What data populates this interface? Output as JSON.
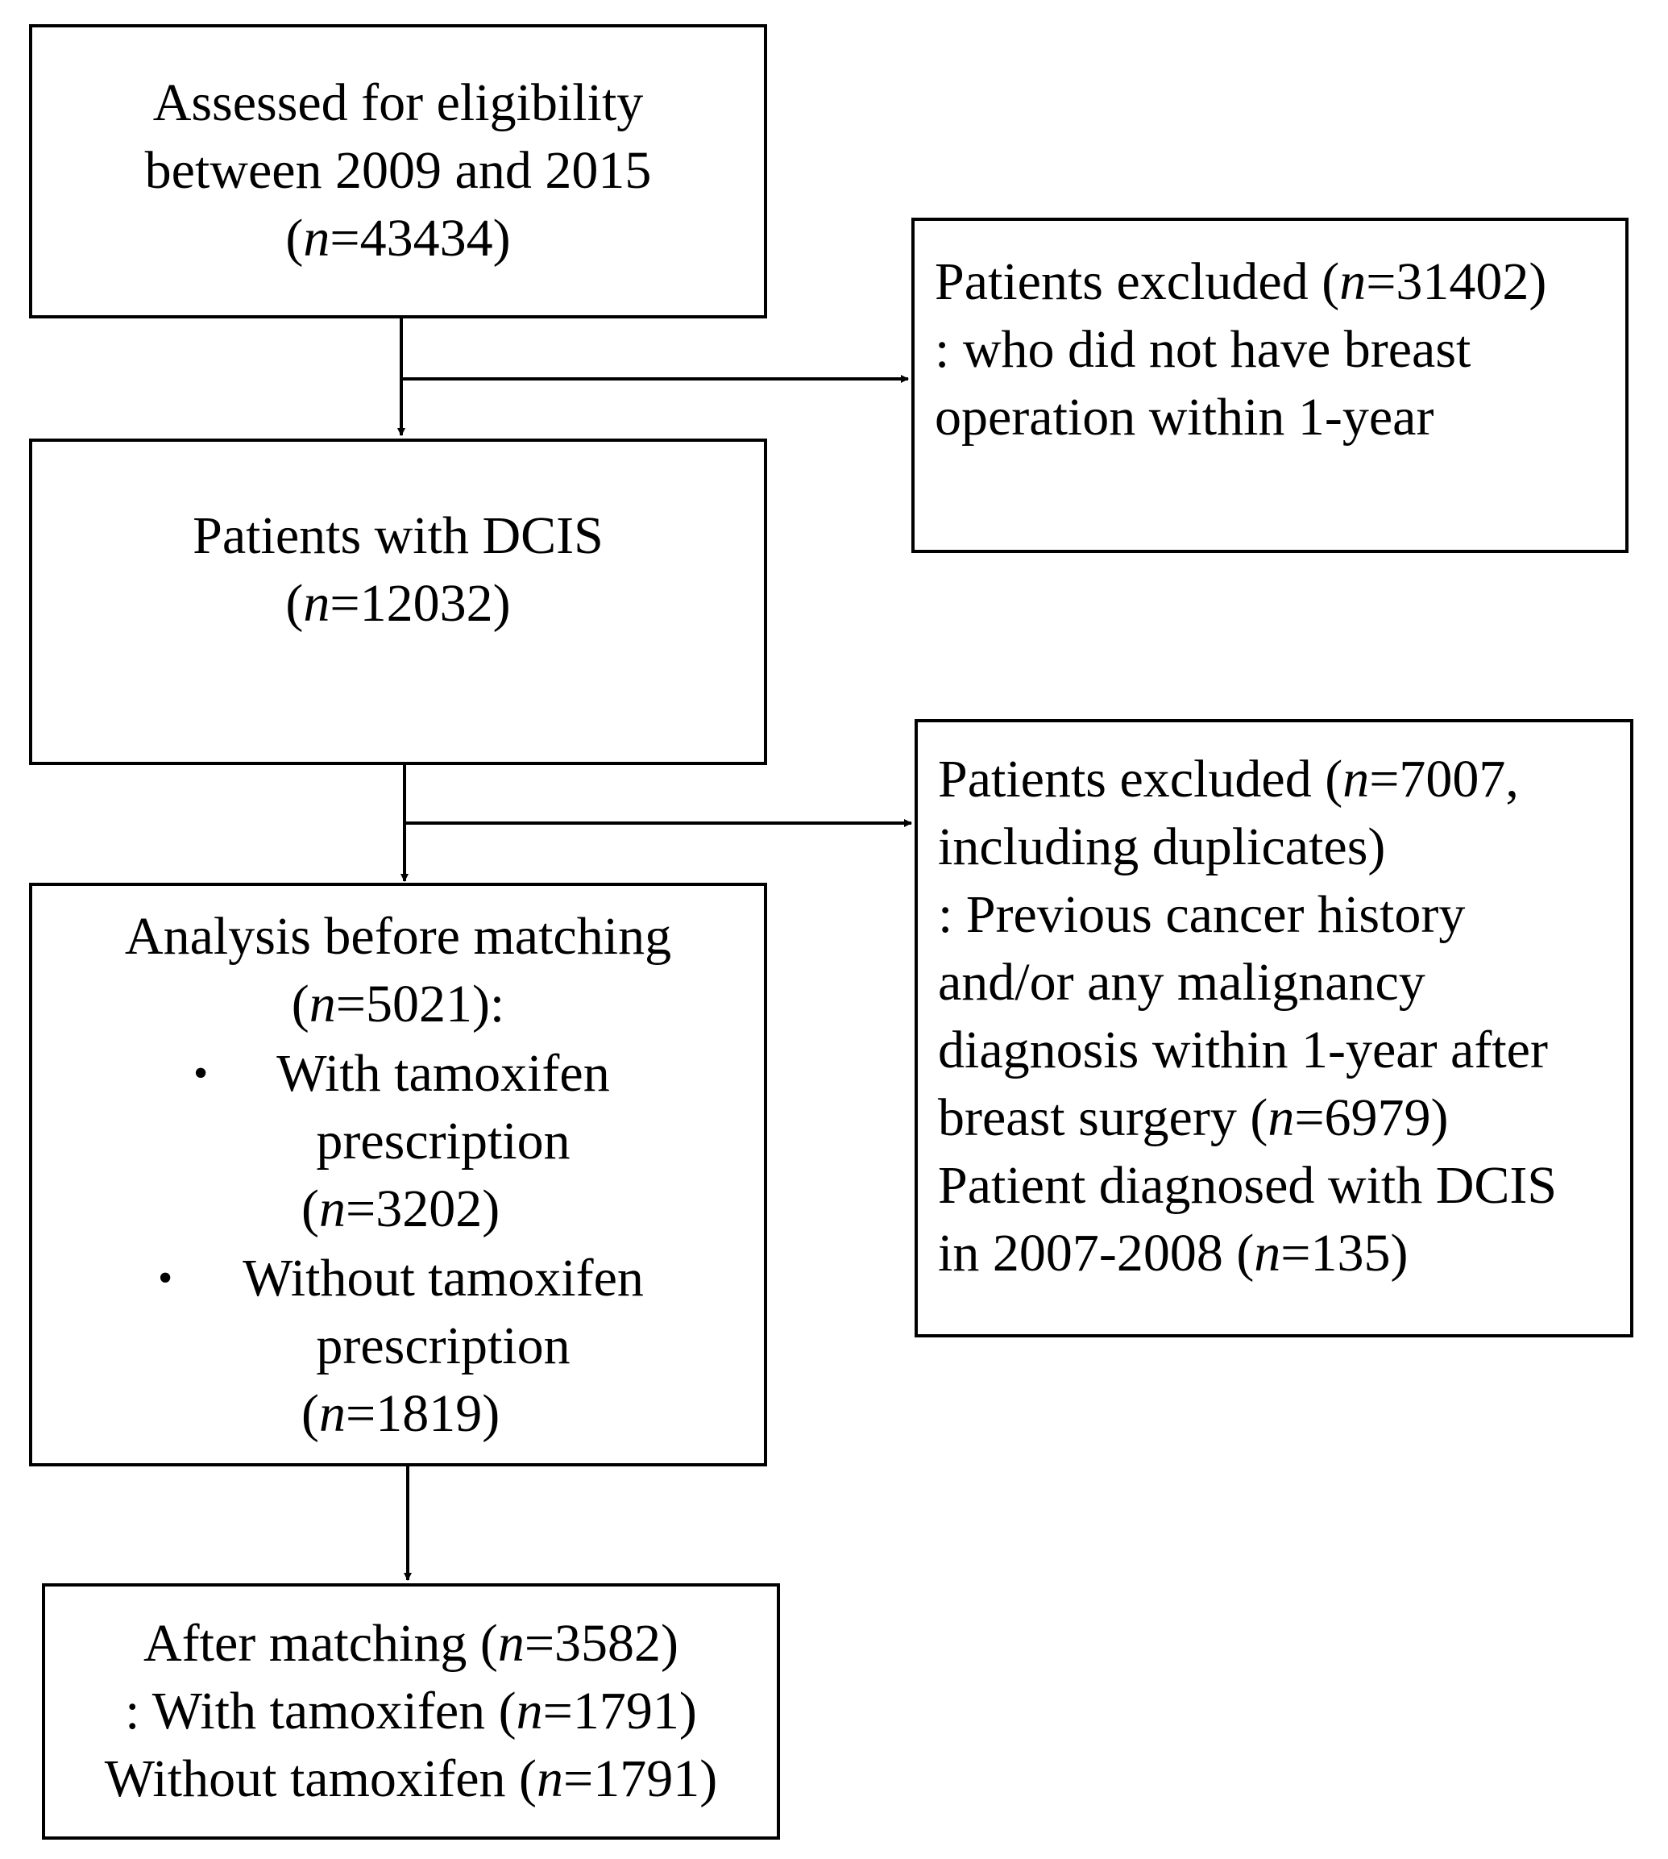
{
  "flowchart": {
    "nodes": {
      "assessed": {
        "lines": [
          {
            "text": "Assessed for eligibility"
          },
          {
            "text": "between 2009 and 2015"
          },
          {
            "pre": "(",
            "n": "n",
            "post": "=43434)"
          }
        ]
      },
      "excluded_1": {
        "lines": [
          {
            "pre": "Patients excluded (",
            "n": "n",
            "post": "=31402)"
          },
          {
            "text": ": who did not have breast"
          },
          {
            "text": "operation within 1-year"
          }
        ]
      },
      "dcis": {
        "lines": [
          {
            "text": "Patients with DCIS"
          },
          {
            "pre": "(",
            "n": "n",
            "post": "=12032)"
          }
        ]
      },
      "excluded_2": {
        "lines": [
          {
            "pre": "Patients excluded (",
            "n": "n",
            "post": "=7007,"
          },
          {
            "text": "including duplicates)"
          },
          {
            "text": ": Previous cancer history"
          },
          {
            "text": "and/or  any malignancy"
          },
          {
            "text": "diagnosis within 1-year after"
          },
          {
            "pre": "breast surgery (",
            "n": "n",
            "post": "=6979)"
          },
          {
            "text": "Patient diagnosed with DCIS"
          },
          {
            "pre": "in 2007-2008 (",
            "n": "n",
            "post": "=135)"
          }
        ]
      },
      "before_matching": {
        "lines": [
          {
            "text": "Analysis before matching"
          },
          {
            "pre": "(",
            "n": "n",
            "post": "=5021):"
          }
        ],
        "bullet_symbol": "•",
        "bullets": [
          {
            "lines": [
              {
                "text": "With tamoxifen"
              },
              {
                "text": "prescription"
              },
              {
                "pre": "(",
                "n": "n",
                "post": "=3202)"
              }
            ]
          },
          {
            "lines": [
              {
                "text": "Without tamoxifen"
              },
              {
                "text": "prescription"
              },
              {
                "pre": "(",
                "n": "n",
                "post": "=1819)"
              }
            ]
          }
        ]
      },
      "after_matching": {
        "lines": [
          {
            "pre": "After matching (",
            "n": "n",
            "post": "=3582)"
          },
          {
            "pre": ": With tamoxifen (",
            "n": "n",
            "post": "=1791)"
          },
          {
            "pre": "Without tamoxifen (",
            "n": "n",
            "post": "=1791)"
          }
        ]
      }
    }
  }
}
